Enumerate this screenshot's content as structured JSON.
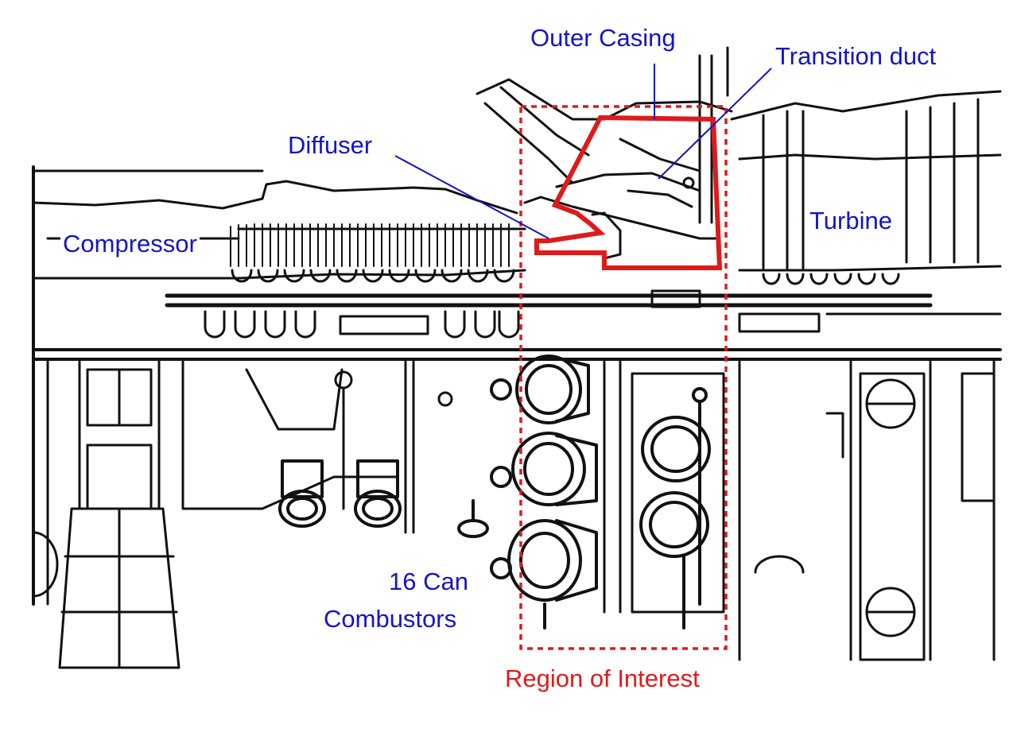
{
  "labels": {
    "outer_casing": "Outer Casing",
    "transition_duct": "Transition duct",
    "diffuser": "Diffuser",
    "turbine": "Turbine",
    "compressor": "Compressor",
    "can_combustors_line1": "16 Can",
    "can_combustors_line2": "Combustors",
    "region_of_interest": "Region of Interest"
  },
  "colors": {
    "annotation": "#1414c8",
    "highlight": "#e01a1a",
    "drawing": "#111111"
  }
}
